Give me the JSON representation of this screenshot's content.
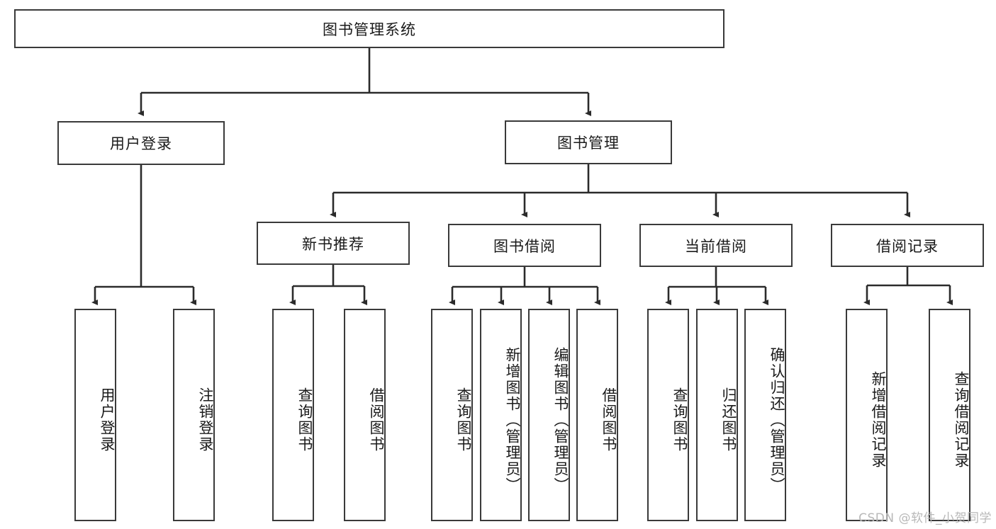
{
  "diagram": {
    "type": "tree-hierarchy-flowchart",
    "title": "图书管理系统",
    "watermark": "CSDN @软件_小贺同学",
    "colors": {
      "box_border": "#3a3a3a",
      "box_fill": "#ffffff",
      "edge": "#2b2b2b",
      "text": "#1a1a1a",
      "background": "#ffffff",
      "watermark": "#b8b8b8"
    },
    "root": {
      "label": "图书管理系统"
    },
    "level2": [
      {
        "label": "用户登录"
      },
      {
        "label": "图书管理"
      }
    ],
    "level3": [
      {
        "label": "新书推荐"
      },
      {
        "label": "图书借阅"
      },
      {
        "label": "当前借阅"
      },
      {
        "label": "借阅记录"
      }
    ],
    "leaves": {
      "user_login": [
        {
          "label": "用户登录"
        },
        {
          "label": "注销登录"
        }
      ],
      "new_book_recommend": [
        {
          "label": "查询图书"
        },
        {
          "label": "借阅图书"
        }
      ],
      "book_borrow": [
        {
          "label": "查询图书"
        },
        {
          "label": "新增图书（管理员）"
        },
        {
          "label": "编辑图书（管理员）"
        },
        {
          "label": "借阅图书"
        }
      ],
      "current_borrow": [
        {
          "label": "查询图书"
        },
        {
          "label": "归还图书"
        },
        {
          "label": "确认归还（管理员）"
        }
      ],
      "borrow_record": [
        {
          "label": "新增借阅记录"
        },
        {
          "label": "查询借阅记录"
        }
      ]
    }
  }
}
